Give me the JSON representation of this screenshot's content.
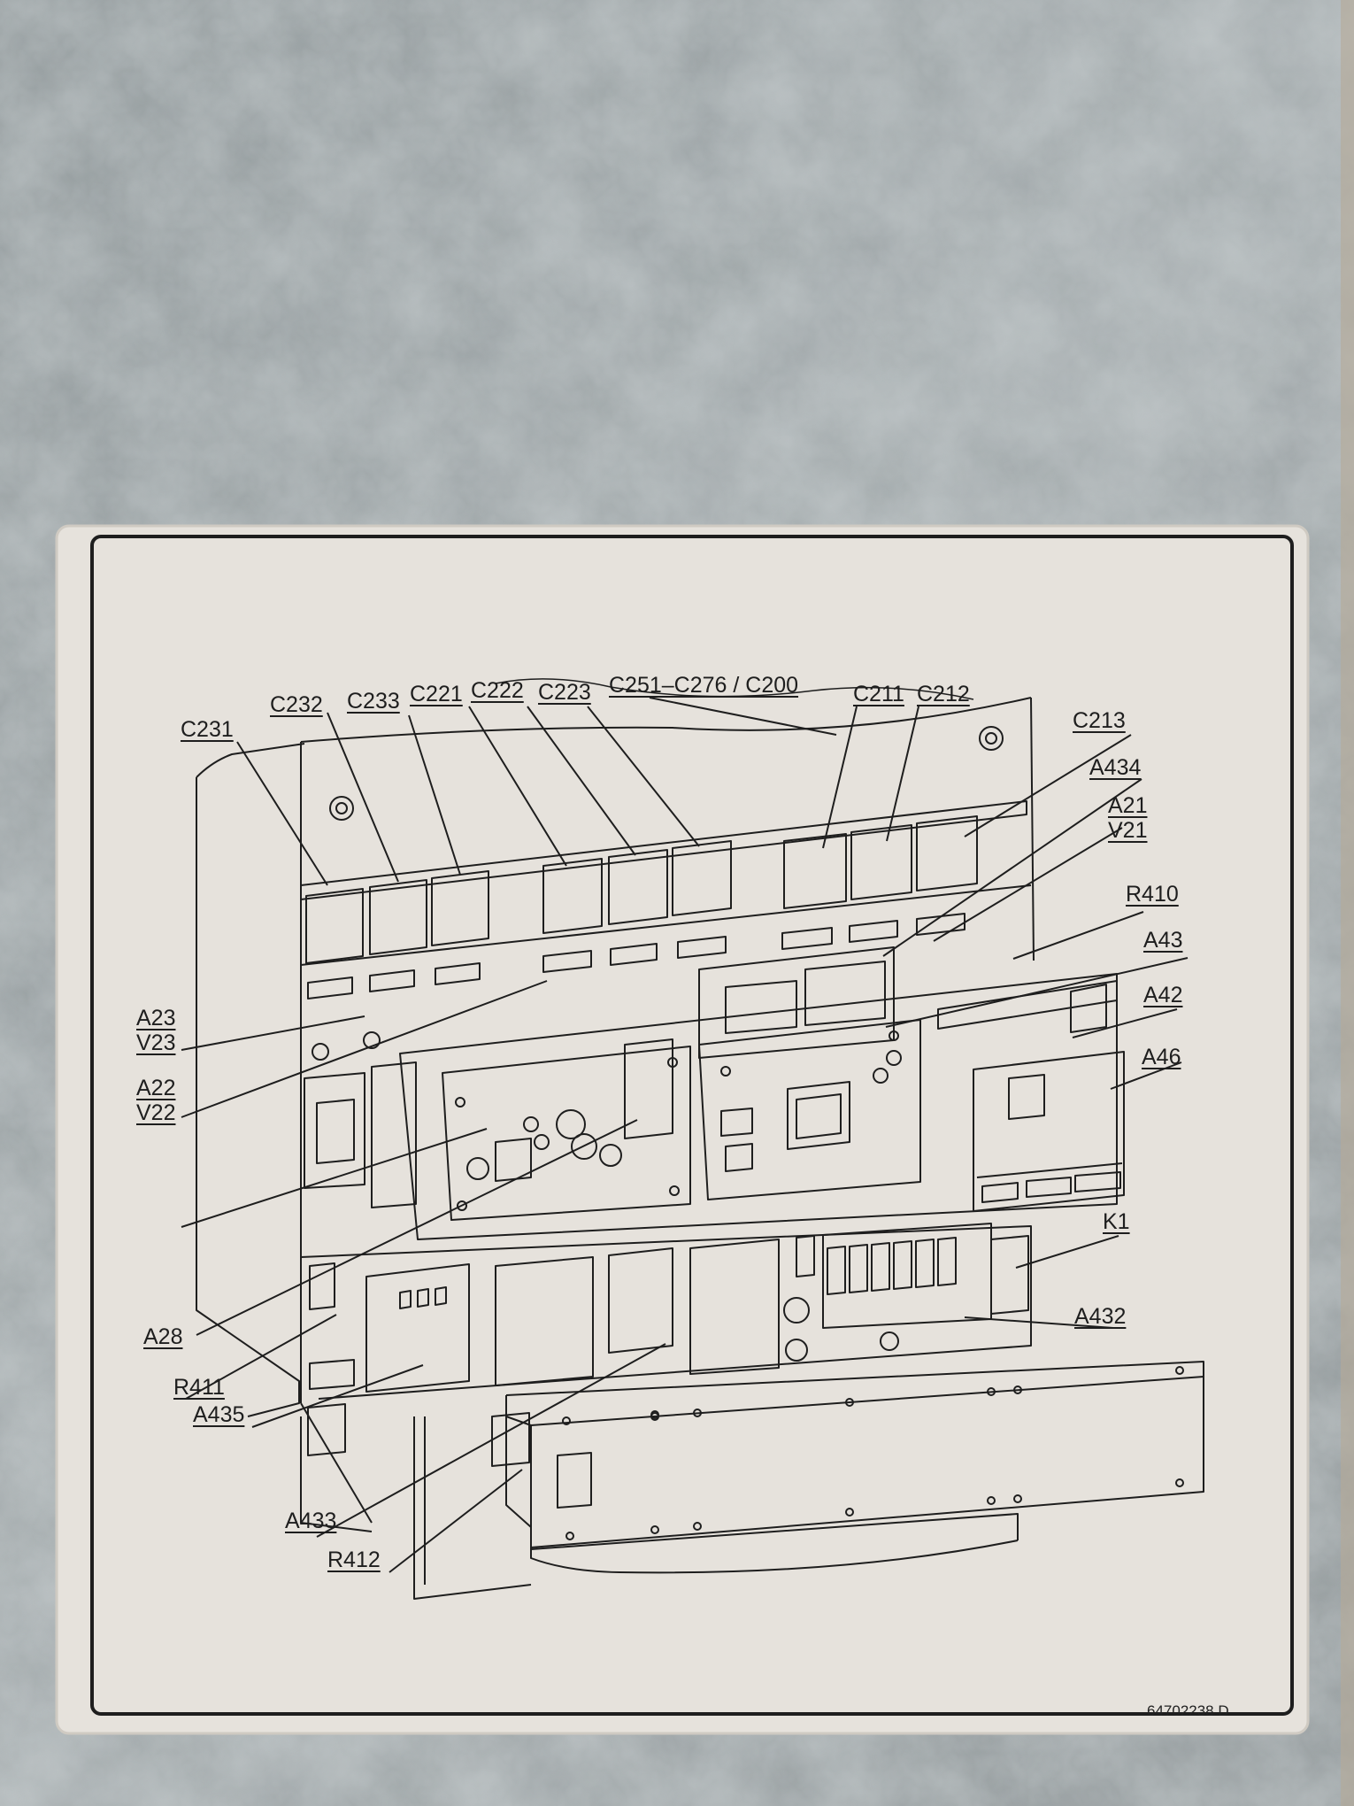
{
  "diagram": {
    "document_number": "64702238 D",
    "labels": [
      {
        "id": "c231",
        "text": "C231"
      },
      {
        "id": "c232",
        "text": "C232"
      },
      {
        "id": "c233",
        "text": "C233"
      },
      {
        "id": "c221",
        "text": "C221"
      },
      {
        "id": "c222",
        "text": "C222"
      },
      {
        "id": "c223",
        "text": "C223"
      },
      {
        "id": "c251",
        "text": "C251–C276 / C200"
      },
      {
        "id": "c211",
        "text": "C211"
      },
      {
        "id": "c212",
        "text": "C212"
      },
      {
        "id": "c213",
        "text": "C213"
      },
      {
        "id": "a434",
        "text": "A434"
      },
      {
        "id": "a21",
        "text": "A21"
      },
      {
        "id": "v21",
        "text": "V21"
      },
      {
        "id": "r410",
        "text": "R410"
      },
      {
        "id": "a43",
        "text": "A43"
      },
      {
        "id": "a42",
        "text": "A42"
      },
      {
        "id": "a46",
        "text": "A46"
      },
      {
        "id": "a23",
        "text": "A23"
      },
      {
        "id": "v23",
        "text": "V23"
      },
      {
        "id": "a22",
        "text": "A22"
      },
      {
        "id": "v22",
        "text": "V22"
      },
      {
        "id": "k1",
        "text": "K1"
      },
      {
        "id": "a432",
        "text": "A432"
      },
      {
        "id": "a28",
        "text": "A28"
      },
      {
        "id": "r411",
        "text": "R411"
      },
      {
        "id": "a435",
        "text": "A435"
      },
      {
        "id": "a433",
        "text": "A433"
      },
      {
        "id": "r412",
        "text": "R412"
      }
    ]
  },
  "colors": {
    "metal": "#9aa1a3",
    "sticker": "#e6e2dc",
    "ink": "#1e1e1e"
  }
}
